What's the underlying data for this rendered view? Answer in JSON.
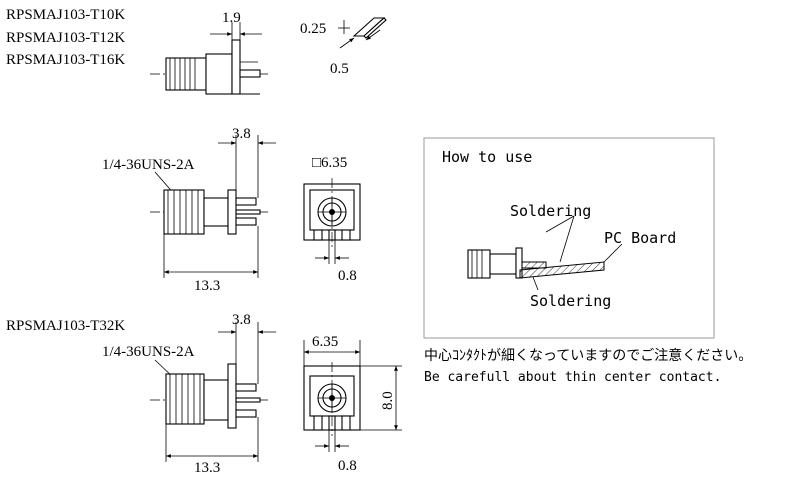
{
  "models_top": [
    "RPSMAJ103-T10K",
    "RPSMAJ103-T12K",
    "RPSMAJ103-T16K"
  ],
  "model_bottom": "RPSMAJ103-T32K",
  "dims": {
    "top_pin": "1.9",
    "pin_thickness": "0.25",
    "pin_width": "0.5",
    "mid_flange": "3.8",
    "mid_length": "13.3",
    "mid_square": "□6.35",
    "mid_pin": "0.8",
    "bot_flange": "3.8",
    "bot_length": "13.3",
    "bot_width": "6.35",
    "bot_height": "8.0",
    "bot_pin": "0.8"
  },
  "thread_mid": "1/4-36UNS-2A",
  "thread_bot": "1/4-36UNS-2A",
  "how_to_use": {
    "title": "How to use",
    "soldering_top": "Soldering",
    "pc_board": "PC Board",
    "soldering_bottom": "Soldering"
  },
  "note_jp": "中心ｺﾝﾀｸﾄが細くなっていますのでご注意ください。",
  "note_en": "Be carefull about thin center contact."
}
